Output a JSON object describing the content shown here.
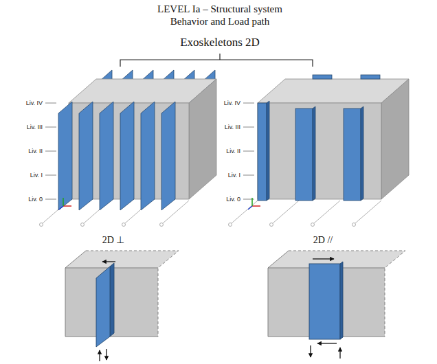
{
  "diagram": {
    "title": "LEVEL Ia – Structural system Behavior and Load path",
    "labels": [
      "Exoskeletons 2D",
      "Liv. IV",
      "Liv. III",
      "Liv. II",
      "Liv. I",
      "Liv. 0",
      "Liv. IV",
      "Liv. III",
      "Liv. II",
      "Liv. I",
      "Liv. 0",
      "2D ⊥",
      "2D //"
    ]
  }
}
